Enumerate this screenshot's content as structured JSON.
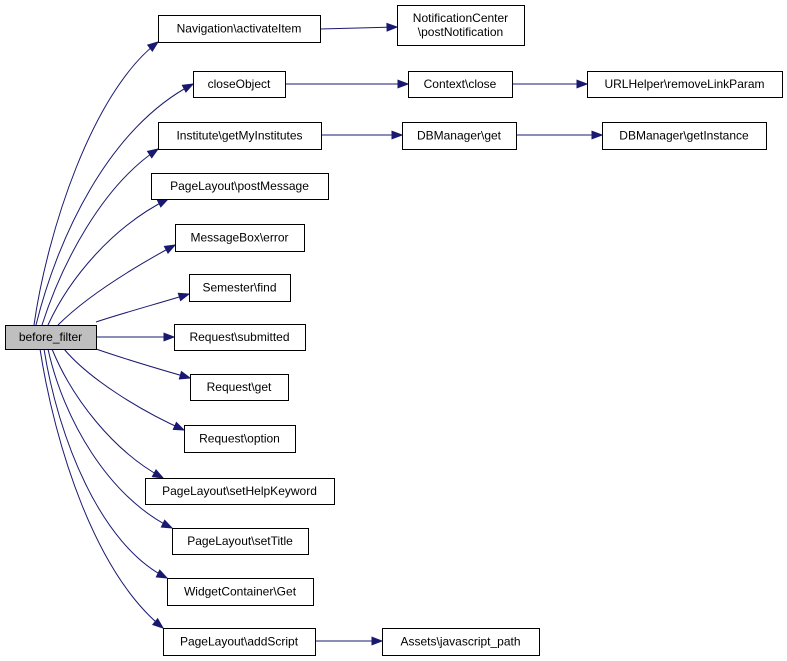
{
  "graph": {
    "colors": {
      "edge": "#191970",
      "root_fill": "#bfbfbf",
      "node_fill": "#ffffff",
      "border": "#000000"
    },
    "nodes": {
      "before_filter": {
        "lines": [
          "before_filter"
        ]
      },
      "nav_activate": {
        "lines": [
          "Navigation\\activateItem"
        ]
      },
      "notif_post": {
        "lines": [
          "NotificationCenter",
          "\\postNotification"
        ]
      },
      "close_object": {
        "lines": [
          "closeObject"
        ]
      },
      "context_close": {
        "lines": [
          "Context\\close"
        ]
      },
      "url_remove": {
        "lines": [
          "URLHelper\\removeLinkParam"
        ]
      },
      "inst_getmy": {
        "lines": [
          "Institute\\getMyInstitutes"
        ]
      },
      "db_get": {
        "lines": [
          "DBManager\\get"
        ]
      },
      "db_instance": {
        "lines": [
          "DBManager\\getInstance"
        ]
      },
      "pl_postmsg": {
        "lines": [
          "PageLayout\\postMessage"
        ]
      },
      "mb_error": {
        "lines": [
          "MessageBox\\error"
        ]
      },
      "sem_find": {
        "lines": [
          "Semester\\find"
        ]
      },
      "req_submitted": {
        "lines": [
          "Request\\submitted"
        ]
      },
      "req_get": {
        "lines": [
          "Request\\get"
        ]
      },
      "req_option": {
        "lines": [
          "Request\\option"
        ]
      },
      "pl_helpkw": {
        "lines": [
          "PageLayout\\setHelpKeyword"
        ]
      },
      "pl_settitle": {
        "lines": [
          "PageLayout\\setTitle"
        ]
      },
      "wc_get": {
        "lines": [
          "WidgetContainer\\Get"
        ]
      },
      "pl_addscript": {
        "lines": [
          "PageLayout\\addScript"
        ]
      },
      "assets_js": {
        "lines": [
          "Assets\\javascript_path"
        ]
      }
    }
  }
}
